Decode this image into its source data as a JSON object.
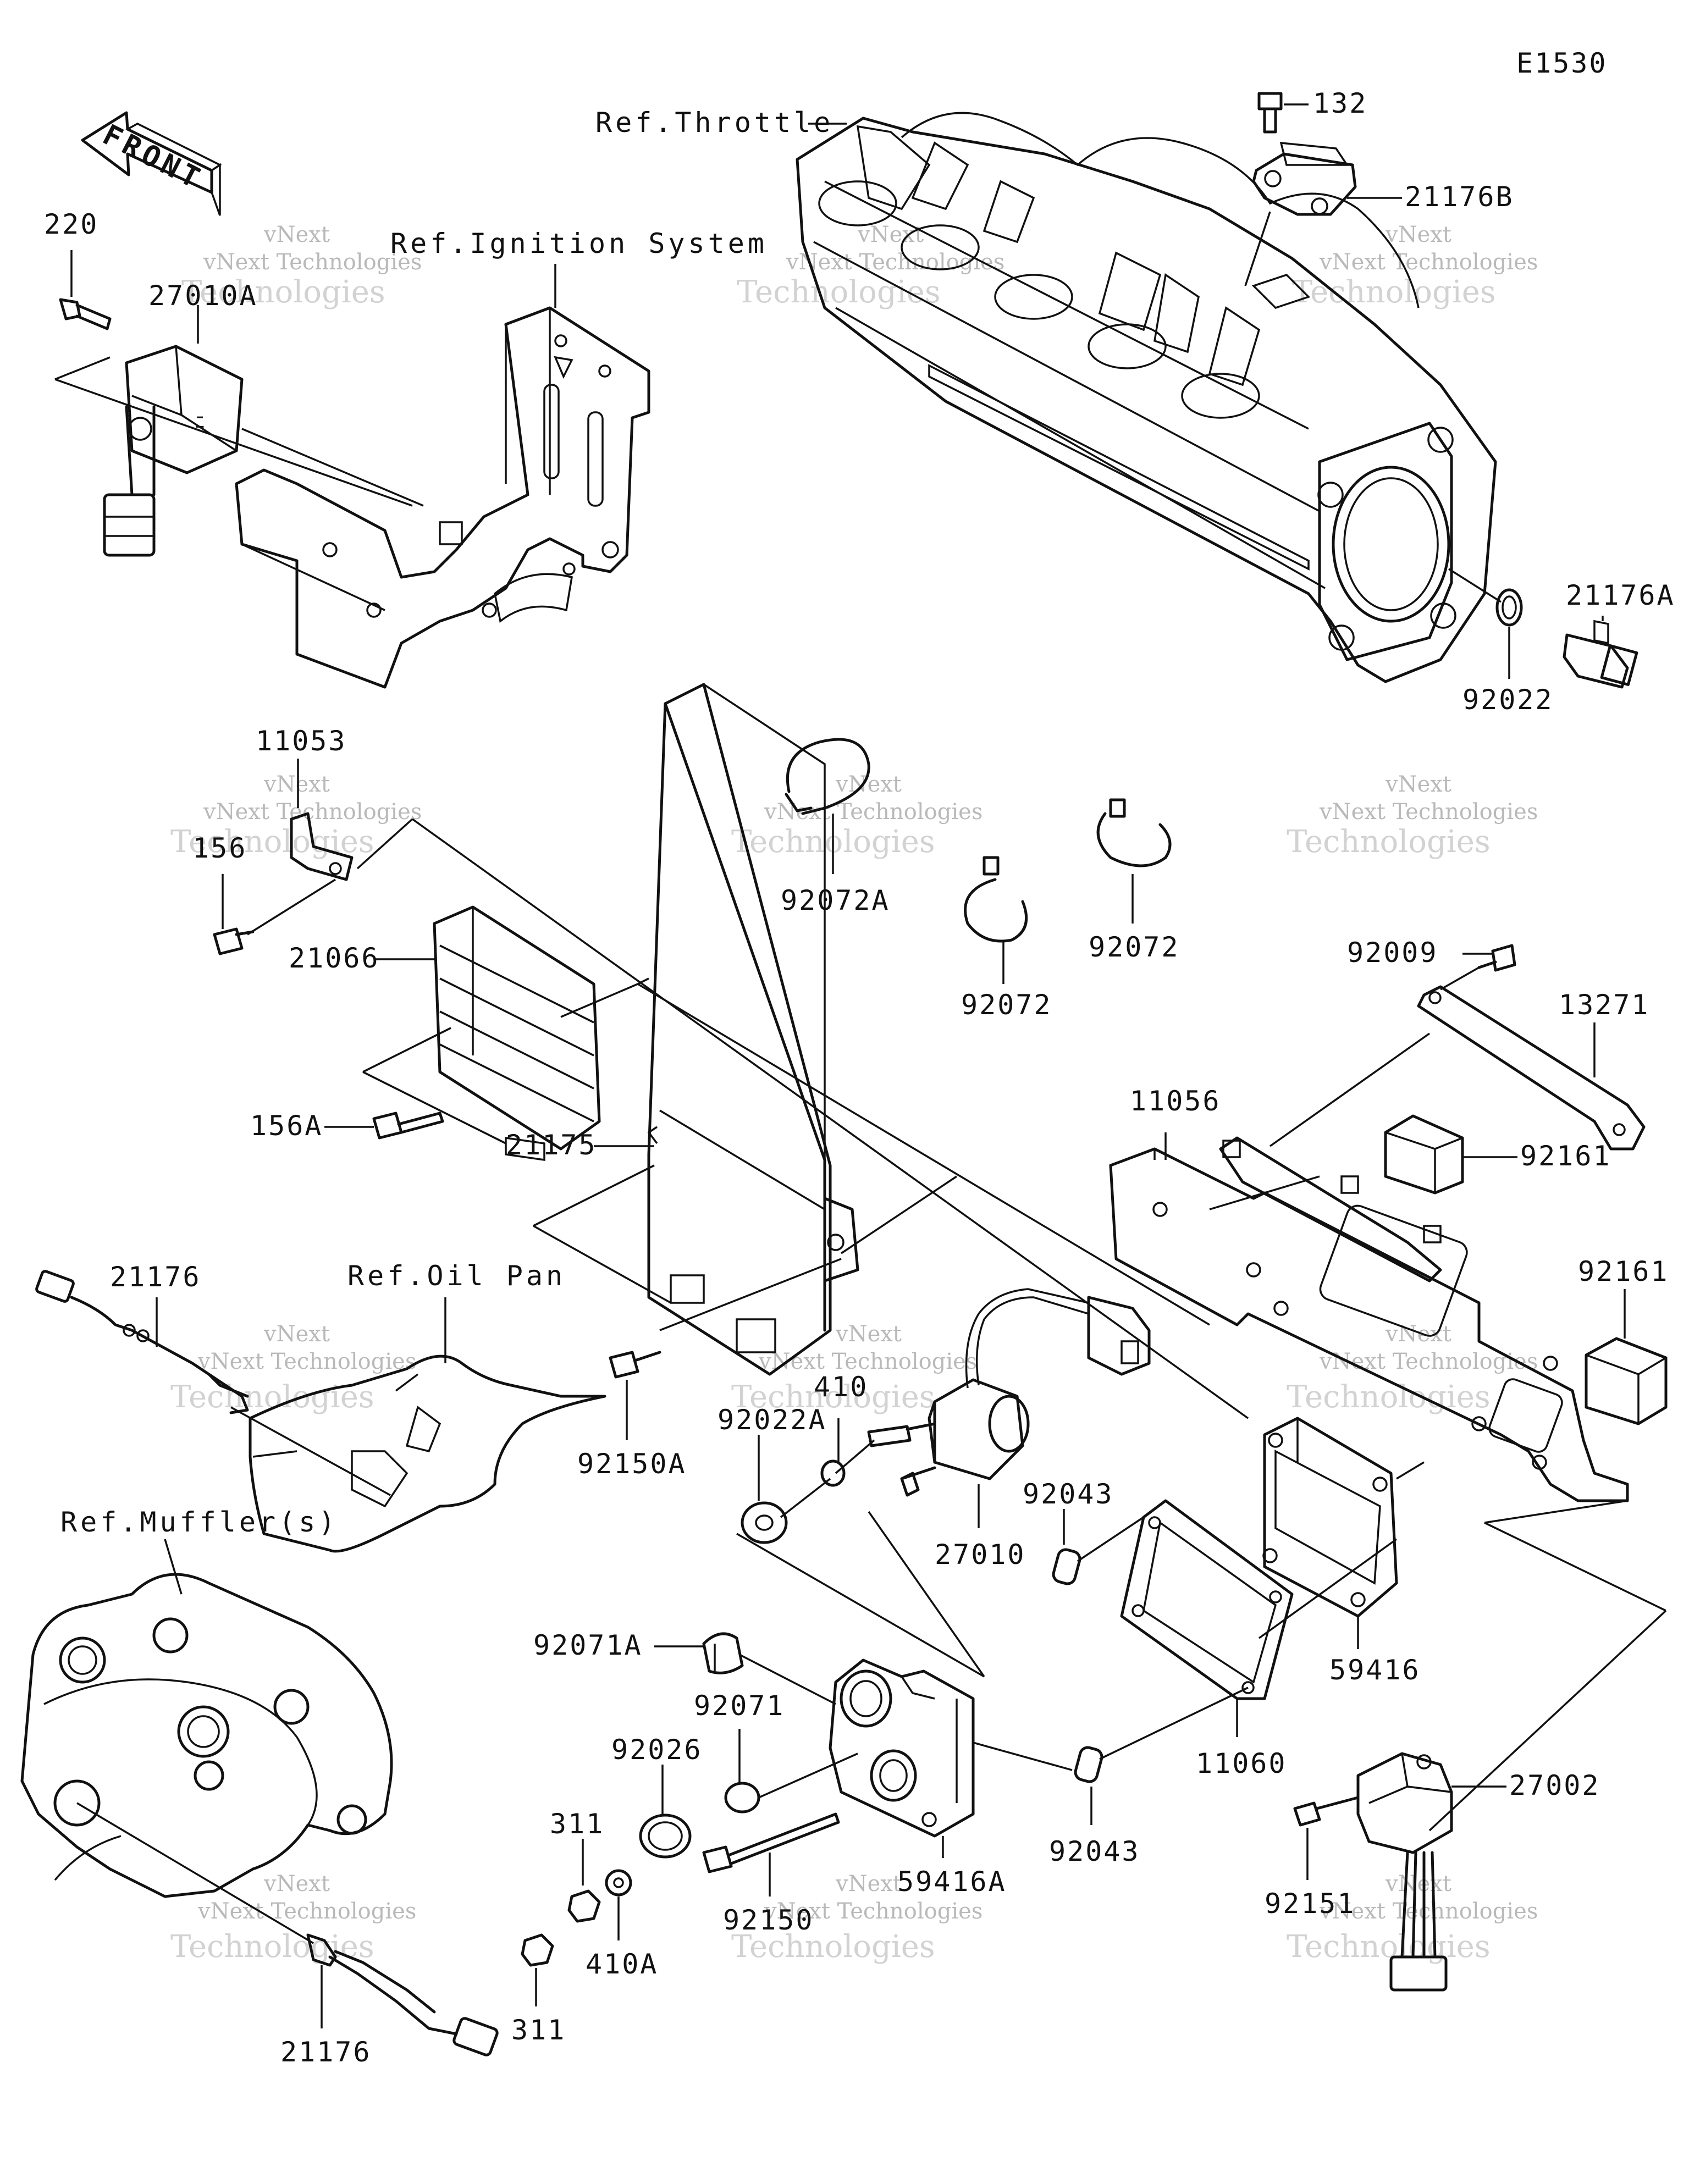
{
  "diagram_code": "E1530",
  "front_label": "FRONT",
  "watermark": {
    "line1": "vNext",
    "line2": "vNext Technologies",
    "line3": "Technologies"
  },
  "refs": {
    "throttle": "Ref.Throttle",
    "ignition": "Ref.Ignition System",
    "oil_pan": "Ref.Oil Pan",
    "mufflers": "Ref.Muffler(s)"
  },
  "parts": {
    "p132": "132",
    "p21176B": "21176B",
    "p220": "220",
    "p27010A": "27010A",
    "p21176A": "21176A",
    "p92022": "92022",
    "p11053": "11053",
    "p156": "156",
    "p92072A": "92072A",
    "p92072_left": "92072",
    "p92072_right": "92072",
    "p21066": "21066",
    "p92009": "92009",
    "p13271": "13271",
    "p156A": "156A",
    "p11056": "11056",
    "p21175": "21175",
    "p92161_top": "92161",
    "p92161_mid": "92161",
    "p21176_upper": "21176",
    "p410": "410",
    "p92022A": "92022A",
    "p92150A": "92150A",
    "p92043_top": "92043",
    "p27010": "27010",
    "p92071A": "92071A",
    "p59416": "59416",
    "p92071": "92071",
    "p92026": "92026",
    "p11060": "11060",
    "p27002": "27002",
    "p311_top": "311",
    "p92043_bottom": "92043",
    "p92150": "92150",
    "p59416A": "59416A",
    "p410A": "410A",
    "p92151": "92151",
    "p311_bottom": "311",
    "p21176_lower": "21176"
  }
}
